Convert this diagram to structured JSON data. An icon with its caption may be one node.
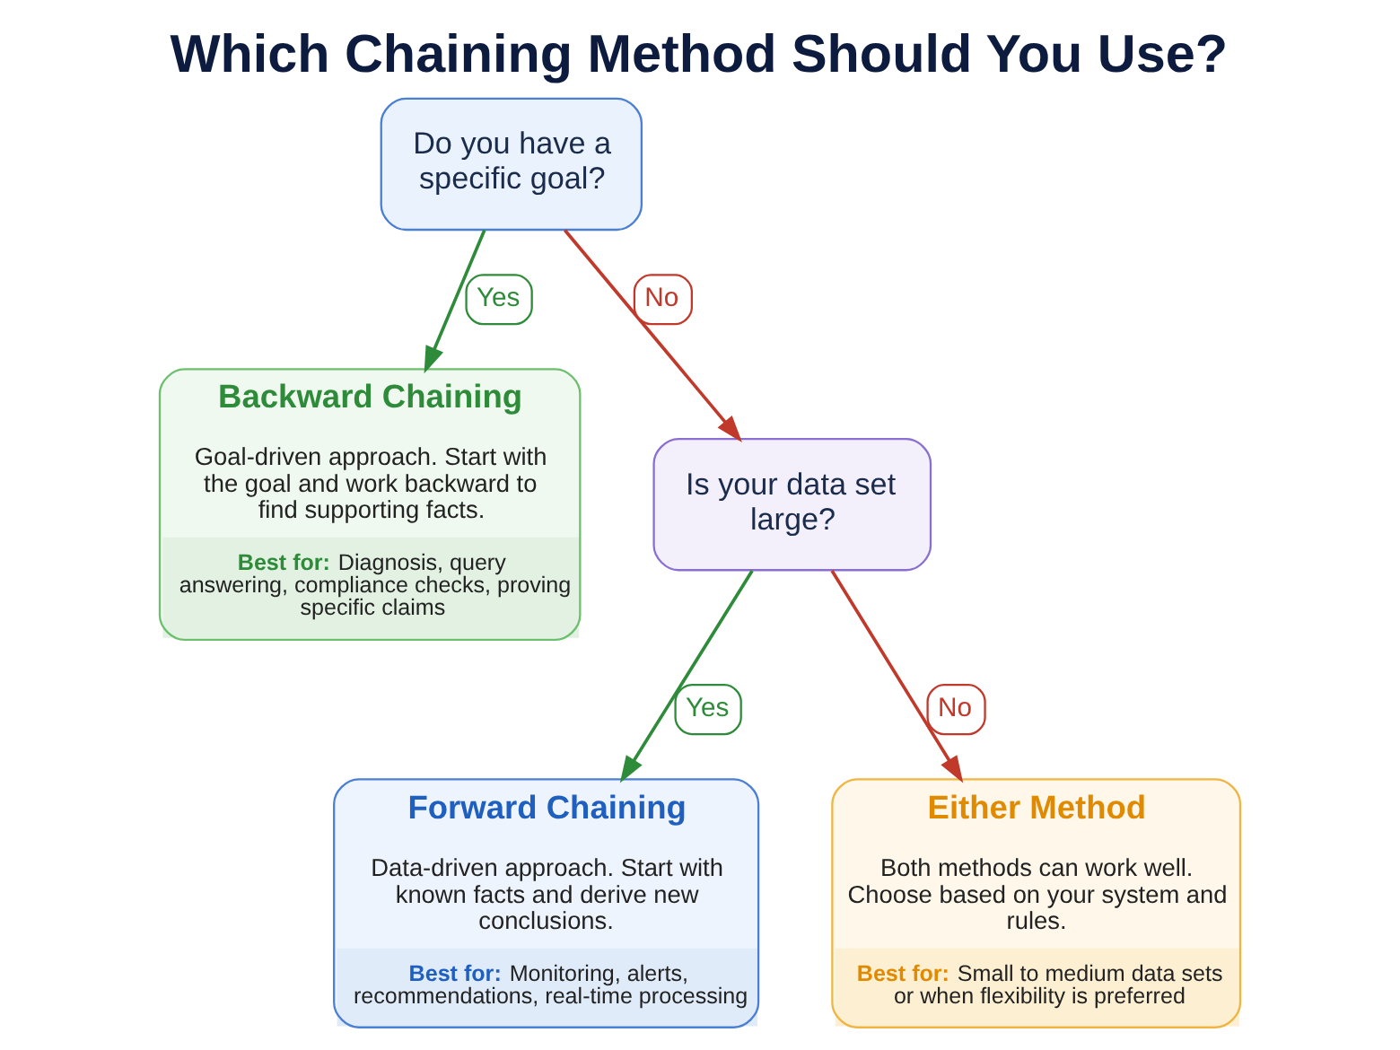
{
  "diagram": {
    "title": "Which Chaining Method Should You Use?",
    "nodes": [
      {
        "text": [
          "Do you have a specific goal?"
        ]
      },
      {
        "text": [
          "Backward Chaining",
          "Goal-driven approach. Start with the goal and work backward to find supporting facts.",
          "**Best for:** Diagnosis, query answering, compliance checks, proving specific claims"
        ]
      },
      {
        "text": [
          "Is your data set large?"
        ]
      },
      {
        "text": [
          "Forward Chaining",
          "Data-driven approach. Start with known facts and derive new conclusions.",
          "**Best for:** Monitoring, alerts, recommendations, real-time processing"
        ]
      },
      {
        "text": [
          "Either Method",
          "Both methods can work well. Choose based on your system and rules.",
          "**Best for:** Small to medium data sets or when flexibility is preferred"
        ]
      }
    ],
    "edges": [
      {
        "from": 0,
        "to": 1,
        "arrow": "to",
        "label": "Yes",
        "color": "#2e8b3a"
      },
      {
        "from": 0,
        "to": 2,
        "arrow": "to",
        "label": "No",
        "color": "#c0392b"
      },
      {
        "from": 2,
        "to": 3,
        "arrow": "to",
        "label": "Yes",
        "color": "#2e8b3a"
      },
      {
        "from": 2,
        "to": 4,
        "arrow": "to",
        "label": "No",
        "color": "#c0392b"
      }
    ]
  }
}
